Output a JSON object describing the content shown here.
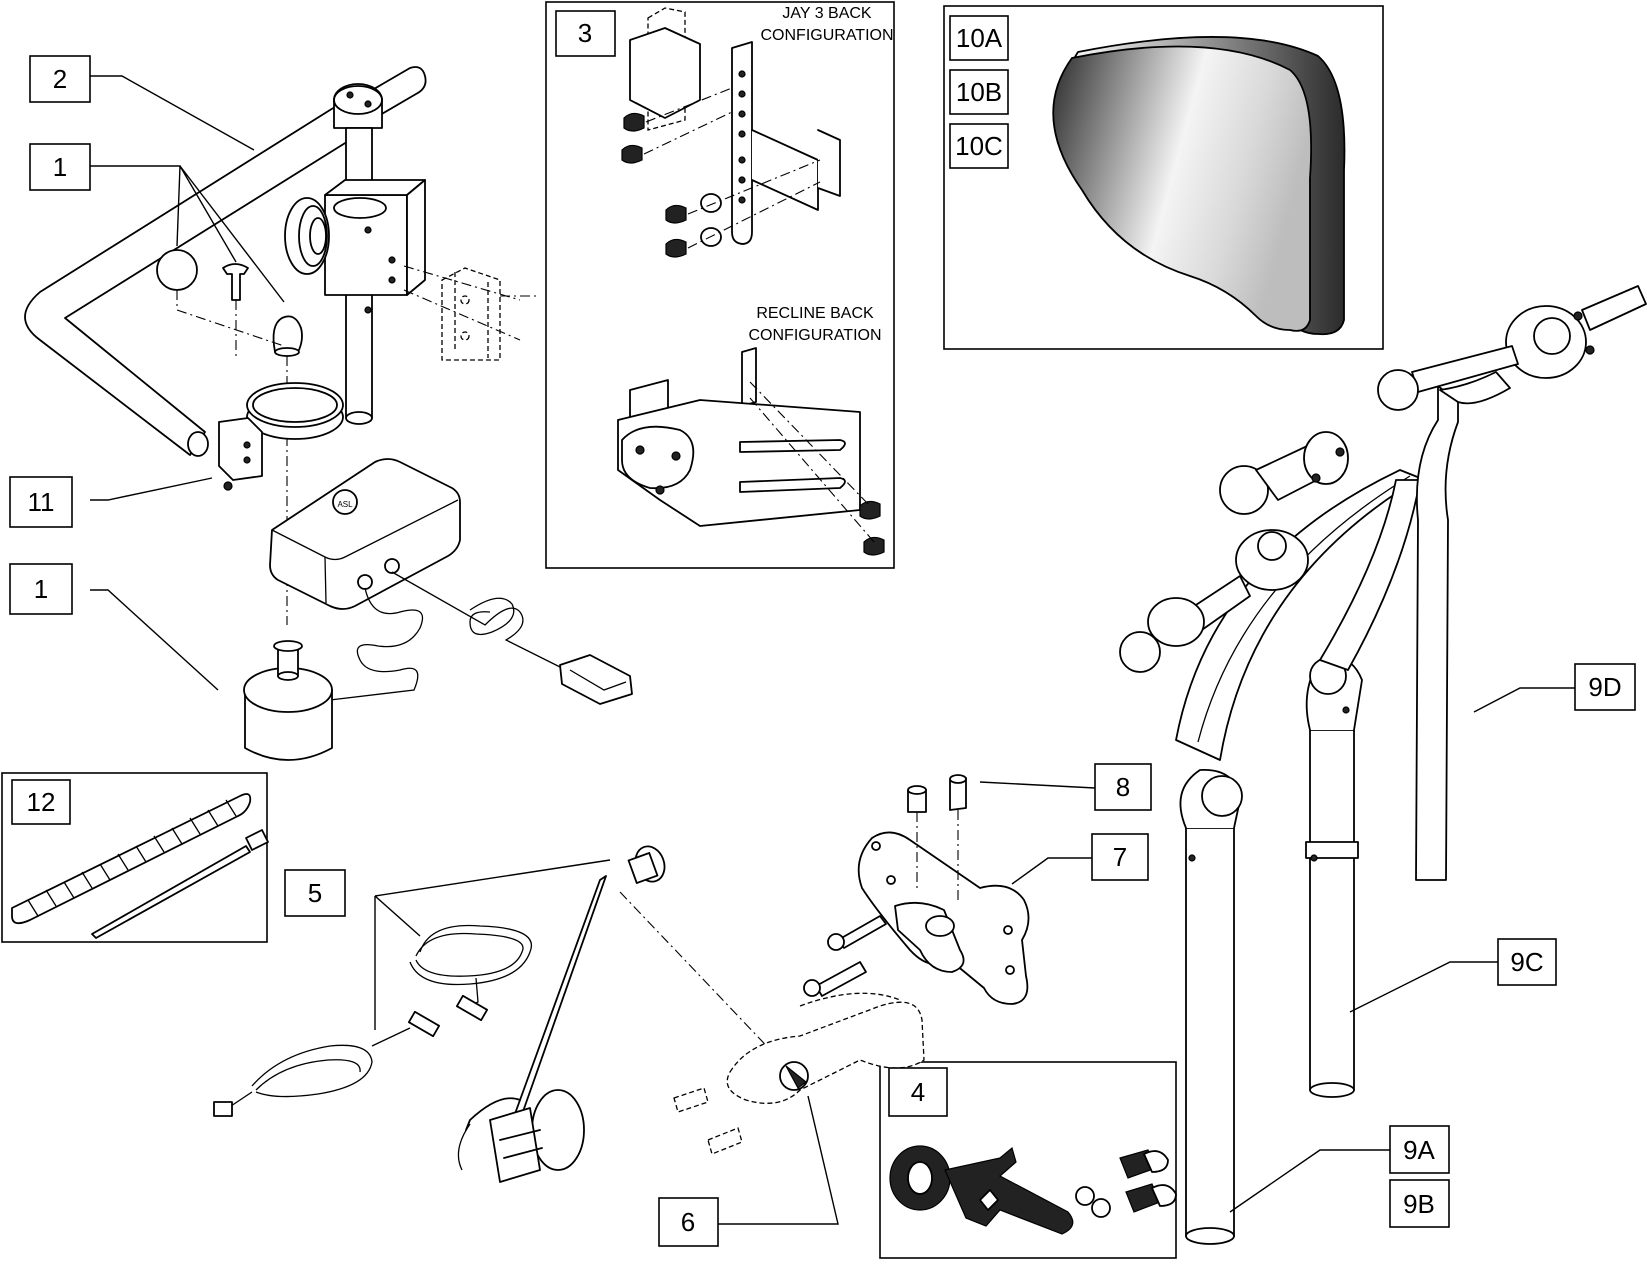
{
  "callouts": {
    "c2": "2",
    "c1_top": "1",
    "c11": "11",
    "c1_bottom": "1",
    "c3": "3",
    "c10a": "10A",
    "c10b": "10B",
    "c10c": "10C",
    "c12": "12",
    "c5": "5",
    "c8": "8",
    "c7": "7",
    "c6": "6",
    "c4": "4",
    "c9d": "9D",
    "c9c": "9C",
    "c9a": "9A",
    "c9b": "9B"
  },
  "labels": {
    "jay3_line1": "JAY 3 BACK",
    "jay3_line2": "CONFIGURATION",
    "recline_line1": "RECLINE BACK",
    "recline_line2": "CONFIGURATION"
  },
  "colors": {
    "line": "#000000",
    "background": "#ffffff",
    "pad_shade_dark": "#2a2a2a",
    "pad_shade_light": "#f4f4f4"
  }
}
